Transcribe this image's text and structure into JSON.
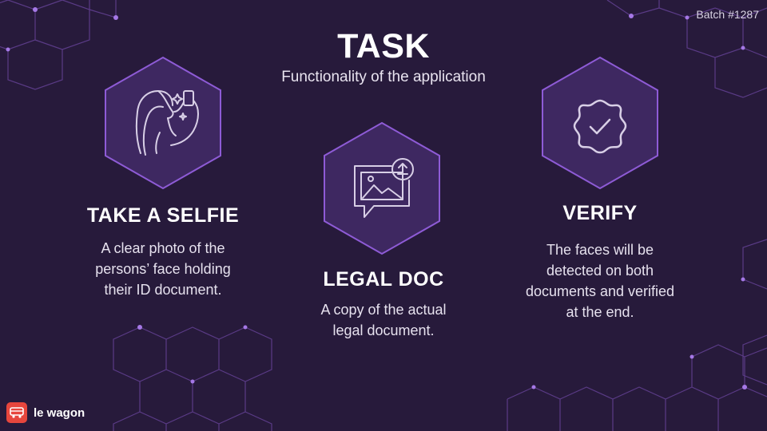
{
  "header": {
    "title": "TASK",
    "subtitle": "Functionality of the application",
    "batch": "Batch #1287"
  },
  "cards": [
    {
      "icon": "selfie-icon",
      "title": "TAKE A SELFIE",
      "description": [
        "A clear photo of the",
        "persons’ face holding",
        "their ID document."
      ]
    },
    {
      "icon": "legal-document-upload-icon",
      "title": "LEGAL DOC",
      "description": [
        "A copy of the actual",
        "legal document."
      ]
    },
    {
      "icon": "verified-badge-icon",
      "title": "VERIFY",
      "description": [
        "The faces will be",
        "detected on both",
        "documents and verified",
        "at the end."
      ]
    }
  ],
  "brand": {
    "name": "le wagon",
    "icon": "wagon-logo-icon",
    "color": "#e7463d"
  },
  "colors": {
    "background": "#271a3b",
    "hex_fill": "#3e2861",
    "hex_stroke": "#8e5bd6",
    "accent": "#a578e6"
  }
}
